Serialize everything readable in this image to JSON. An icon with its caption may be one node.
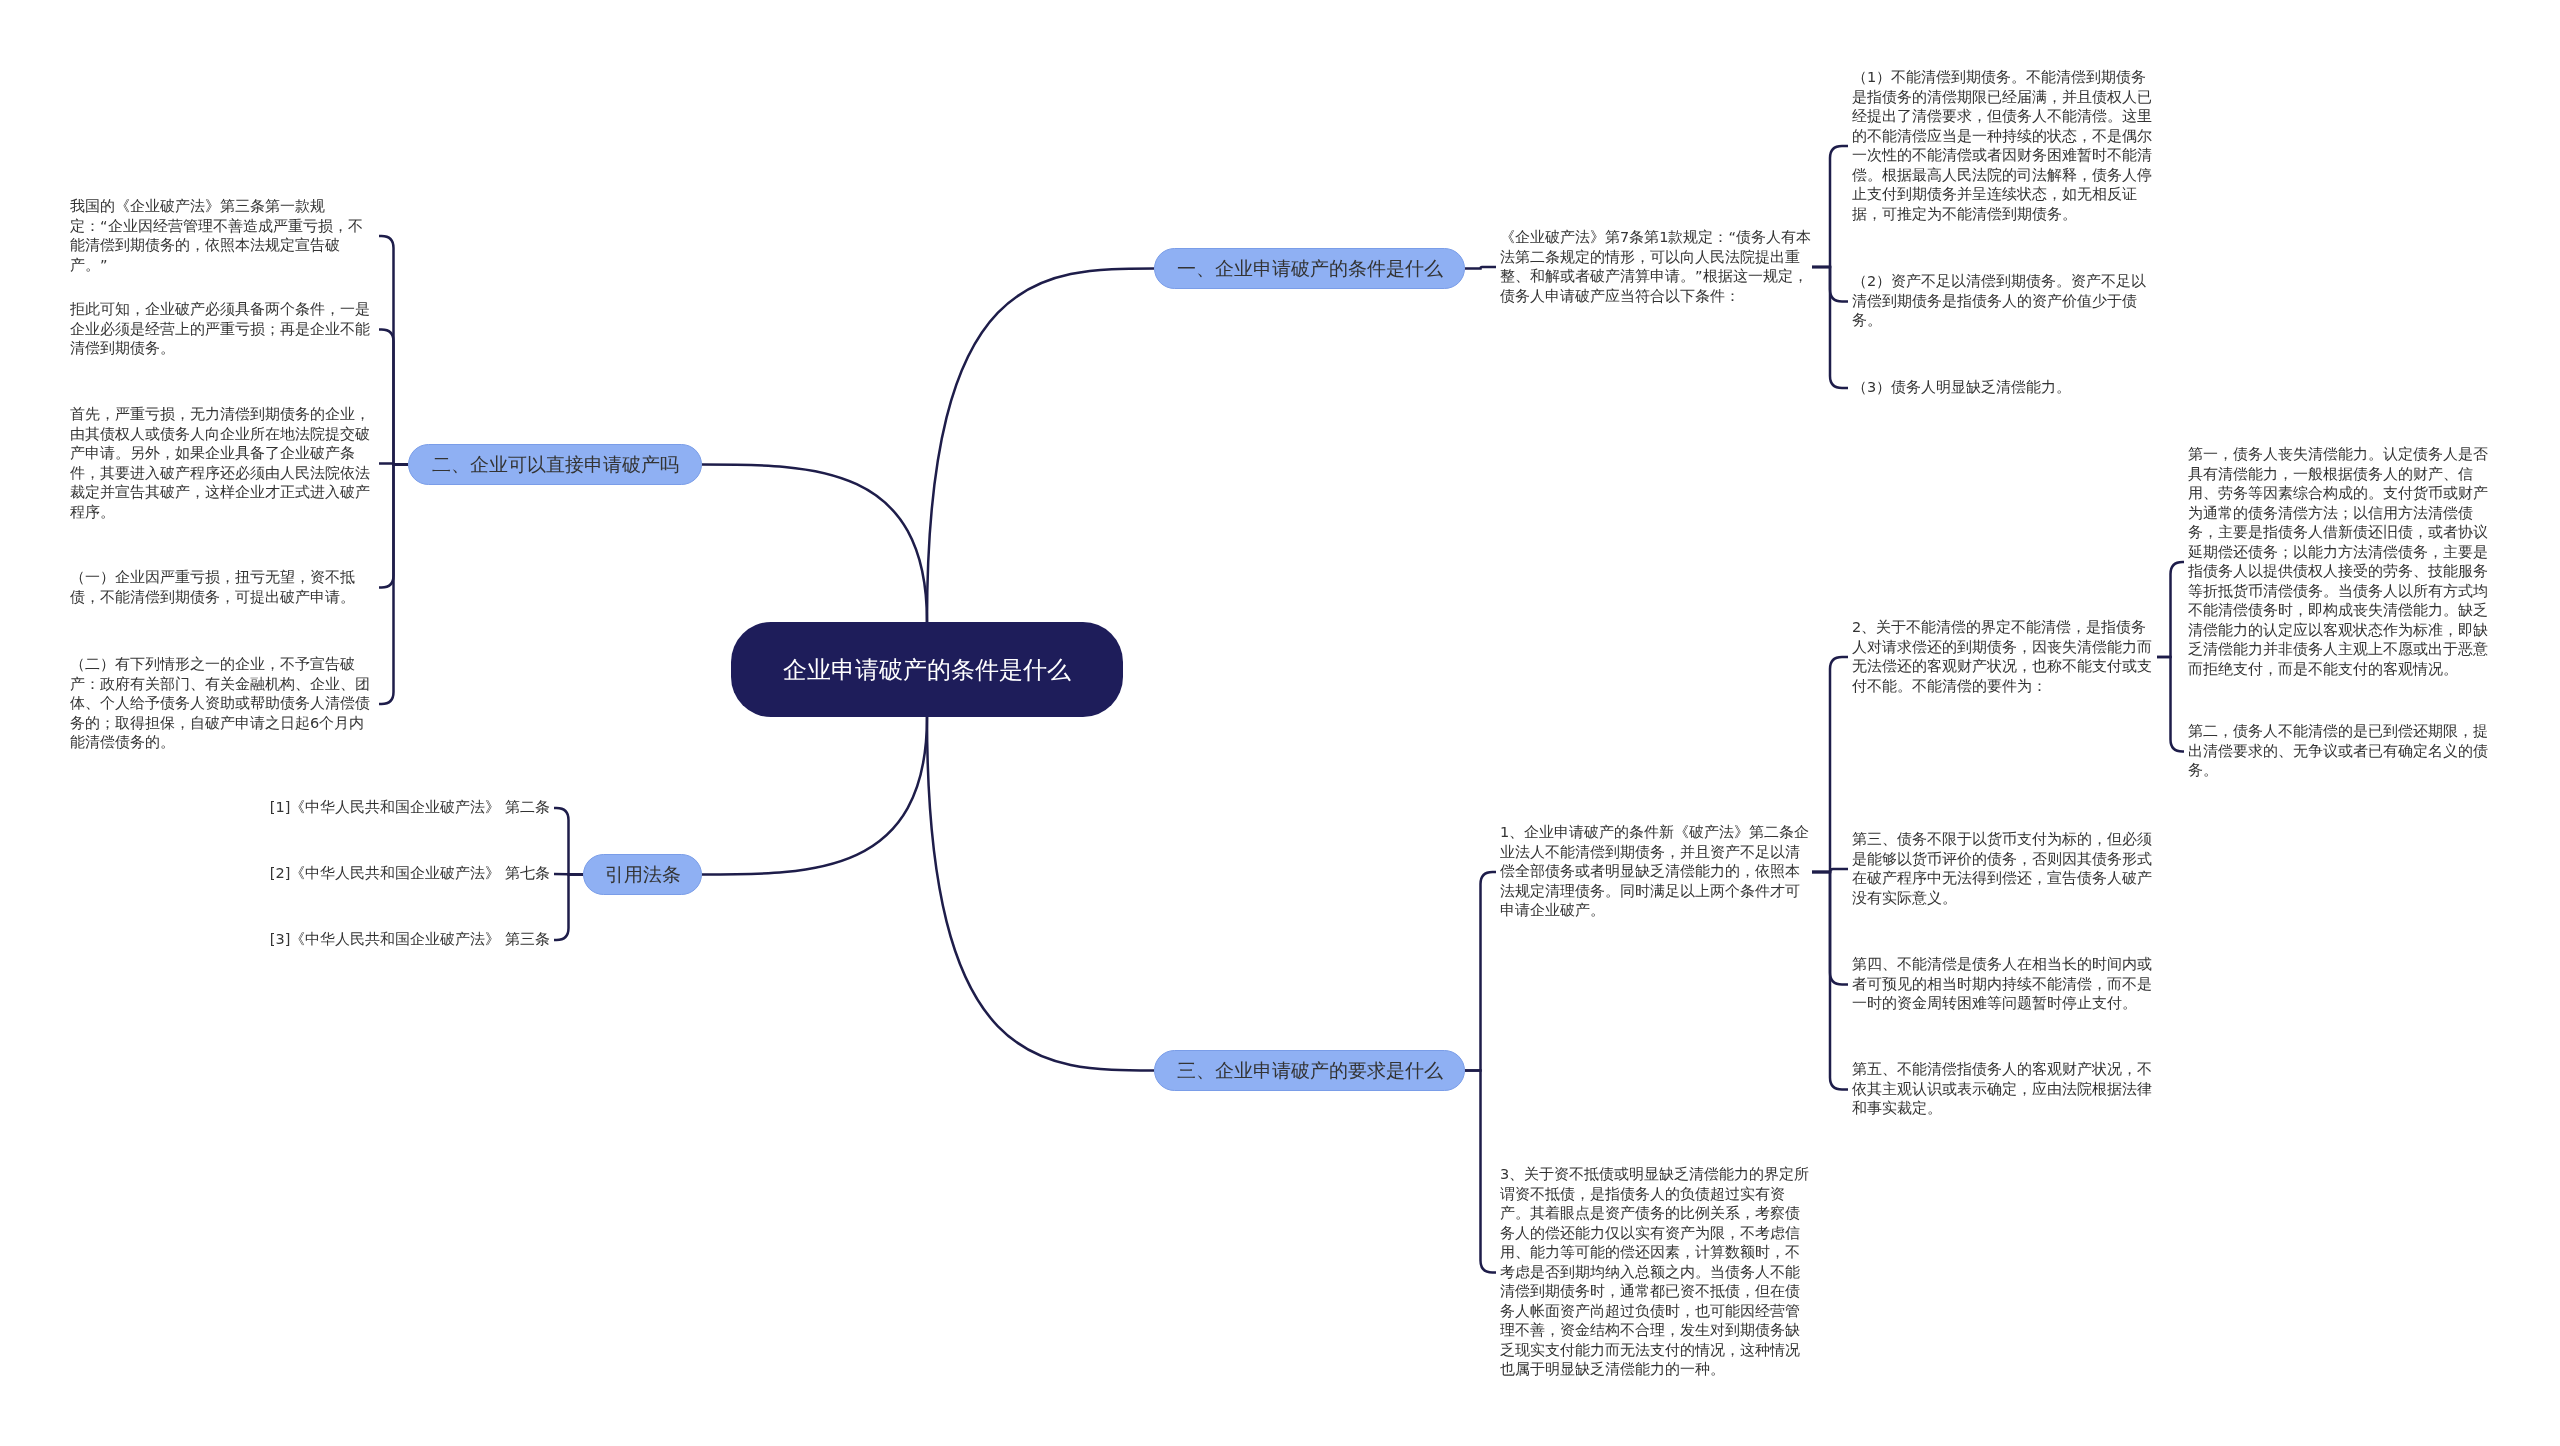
{
  "diagram": {
    "nodes": [
      {
        "text": [
          "企业申请破产的条件是什么"
        ]
      },
      {
        "text": [
          "一、企业申请破产的条件是什么"
        ]
      },
      {
        "text": [
          "《企业破产法》第7条第1款规定：“债务人有本法第二条规定的情形，可以向人民法院提出重整、和解或者破产清算申请。”根据这一规定，债务人申请破产应当符合以下条件："
        ]
      },
      {
        "text": [
          "（1）不能清偿到期债务。不能清偿到期债务是指债务的清偿期限已经届满，并且债权人已经提出了清偿要求，但债务人不能清偿。这里的不能清偿应当是一种持续的状态，不是偶尔一次性的不能清偿或者因财务困难暂时不能清偿。根据最高人民法院的司法解释，债务人停止支付到期债务并呈连续状态，如无相反证据，可推定为不能清偿到期债务。"
        ]
      },
      {
        "text": [
          "（2）资产不足以清偿到期债务。资产不足以清偿到期债务是指债务人的资产价值少于债务。"
        ]
      },
      {
        "text": [
          "（3）债务人明显缺乏清偿能力。"
        ]
      },
      {
        "text": [
          "二、企业可以直接申请破产吗"
        ]
      },
      {
        "text": [
          "我国的《企业破产法》第三条第一款规定：“企业因经营管理不善造成严重亏损，不能清偿到期债务的，依照本法规定宣告破产。”"
        ]
      },
      {
        "text": [
          "拒此可知，企业破产必须具备两个条件，一是企业必须是经营上的严重亏损；再是企业不能清偿到期债务。"
        ]
      },
      {
        "text": [
          "首先，严重亏损，无力清偿到期债务的企业，由其债权人或债务人向企业所在地法院提交破产申请。另外，如果企业具备了企业破产条件，其要进入破产程序还必须由人民法院依法裁定并宣告其破产，这样企业才正式进入破产程序。"
        ]
      },
      {
        "text": [
          "（一）企业因严重亏损，扭亏无望，资不抵债，不能清偿到期债务，可提出破产申请。"
        ]
      },
      {
        "text": [
          "（二）有下列情形之一的企业，不予宣告破产：政府有关部门、有关金融机构、企业、团体、个人给予债务人资助或帮助债务人清偿债务的；取得担保，自破产申请之日起6个月内能清偿债务的。"
        ]
      },
      {
        "text": [
          "引用法条"
        ]
      },
      {
        "text": [
          "[1]《中华人民共和国企业破产法》 第二条"
        ]
      },
      {
        "text": [
          "[2]《中华人民共和国企业破产法》 第七条"
        ]
      },
      {
        "text": [
          "[3]《中华人民共和国企业破产法》 第三条"
        ]
      },
      {
        "text": [
          "三、企业申请破产的要求是什么"
        ]
      },
      {
        "text": [
          "1、企业申请破产的条件新《破产法》第二条企业法人不能清偿到期债务，并且资产不足以清偿全部债务或者明显缺乏清偿能力的，依照本法规定清理债务。同时满足以上两个条件才可申请企业破产。"
        ]
      },
      {
        "text": [
          "2、关于不能清偿的界定不能清偿，是指债务人对请求偿还的到期债务，因丧失清偿能力而无法偿还的客观财产状况，也称不能支付或支付不能。不能清偿的要件为："
        ]
      },
      {
        "text": [
          "第一，债务人丧失清偿能力。认定债务人是否具有清偿能力，一般根据债务人的财产、信用、劳务等因素综合构成的。支付货币或财产为通常的债务清偿方法；以信用方法清偿债务，主要是指债务人借新债还旧债，或者协议延期偿还债务；以能力方法清偿债务，主要是指债务人以提供债权人接受的劳务、技能服务等折抵货币清偿债务。当债务人以所有方式均不能清偿债务时，即构成丧失清偿能力。缺乏清偿能力的认定应以客观状态作为标准，即缺乏清偿能力并非债务人主观上不愿或出于恶意而拒绝支付，而是不能支付的客观情况。"
        ]
      },
      {
        "text": [
          "第二，债务人不能清偿的是已到偿还期限，提出清偿要求的、无争议或者已有确定名义的债务。"
        ]
      },
      {
        "text": [
          "第三、债务不限于以货币支付为标的，但必须是能够以货币评价的债务，否则因其债务形式在破产程序中无法得到偿还，宣告债务人破产没有实际意义。"
        ]
      },
      {
        "text": [
          "第四、不能清偿是债务人在相当长的时间内或者可预见的相当时期内持续不能清偿，而不是一时的资金周转困难等问题暂时停止支付。"
        ]
      },
      {
        "text": [
          "第五、不能清偿指债务人的客观财产状况，不依其主观认识或表示确定，应由法院根据法律和事实裁定。"
        ]
      },
      {
        "text": [
          "3、关于资不抵债或明显缺乏清偿能力的界定所谓资不抵债，是指债务人的负债超过实有资产。其着眼点是资产债务的比例关系，考察债务人的偿还能力仅以实有资产为限，不考虑信用、能力等可能的偿还因素，计算数额时，不考虑是否到期均纳入总额之内。当债务人不能清偿到期债务时，通常都已资不抵债，但在债务人帐面资产尚超过负债时，也可能因经营管理不善，资金结构不合理，发生对到期债务缺乏现实支付能力而无法支付的情况，这种情况也属于明显缺乏清偿能力的一种。"
        ]
      }
    ],
    "edges": [
      {
        "from": 0,
        "to": 1,
        "arrow": "none"
      },
      {
        "from": 1,
        "to": 2,
        "arrow": "none"
      },
      {
        "from": 2,
        "to": 3,
        "arrow": "none"
      },
      {
        "from": 2,
        "to": 4,
        "arrow": "none"
      },
      {
        "from": 2,
        "to": 5,
        "arrow": "none"
      },
      {
        "from": 0,
        "to": 6,
        "arrow": "none"
      },
      {
        "from": 6,
        "to": 7,
        "arrow": "none"
      },
      {
        "from": 6,
        "to": 8,
        "arrow": "none"
      },
      {
        "from": 6,
        "to": 9,
        "arrow": "none"
      },
      {
        "from": 6,
        "to": 10,
        "arrow": "none"
      },
      {
        "from": 6,
        "to": 11,
        "arrow": "none"
      },
      {
        "from": 0,
        "to": 12,
        "arrow": "none"
      },
      {
        "from": 12,
        "to": 13,
        "arrow": "none"
      },
      {
        "from": 12,
        "to": 14,
        "arrow": "none"
      },
      {
        "from": 12,
        "to": 15,
        "arrow": "none"
      },
      {
        "from": 0,
        "to": 16,
        "arrow": "none"
      },
      {
        "from": 16,
        "to": 17,
        "arrow": "none"
      },
      {
        "from": 17,
        "to": 18,
        "arrow": "none"
      },
      {
        "from": 18,
        "to": 19,
        "arrow": "none"
      },
      {
        "from": 18,
        "to": 20,
        "arrow": "none"
      },
      {
        "from": 17,
        "to": 21,
        "arrow": "none"
      },
      {
        "from": 17,
        "to": 22,
        "arrow": "none"
      },
      {
        "from": 17,
        "to": 23,
        "arrow": "none"
      },
      {
        "from": 16,
        "to": 24,
        "arrow": "none"
      }
    ]
  }
}
